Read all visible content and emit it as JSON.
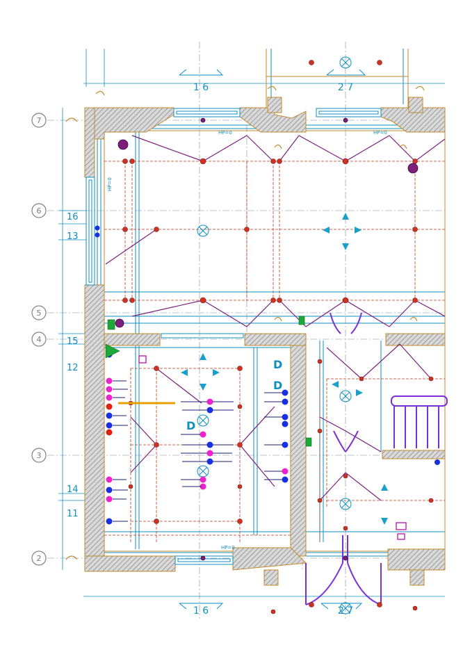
{
  "grid_labels": {
    "row_7": "7",
    "row_6": "6",
    "row_5": "5",
    "row_4": "4",
    "row_3": "3",
    "row_2": "2"
  },
  "dimension_labels": {
    "d16": "16",
    "d13": "13",
    "d15": "15",
    "d12": "12",
    "d14": "14",
    "d11": "11"
  },
  "section_marks": {
    "top_left": "1 6",
    "top_right": "2 7",
    "bottom_left": "1 6",
    "bottom_right": "2 7"
  },
  "annotations": {
    "hp_top_left": "HP=0",
    "hp_top_right": "HP=0",
    "hp_left_wall": "HP=0",
    "hp_bottom": "HP=0"
  },
  "colors": {
    "wall_hatch": "#808080",
    "wall_outline": "#c28a2e",
    "grid_line": "#7a8a99",
    "grid_bubble": "#808080",
    "blue_line": "#0e8fc0",
    "red_dash": "#c0391b",
    "purple_line": "#7b1f7b",
    "violet_line": "#7b2fd6",
    "marker_red": "#cc3322",
    "marker_blue": "#1a2fe0",
    "marker_magenta": "#ee22cc",
    "marker_green": "#1fa83a",
    "marker_cyan": "#1aa0c8",
    "marker_orange": "#e8a000"
  }
}
